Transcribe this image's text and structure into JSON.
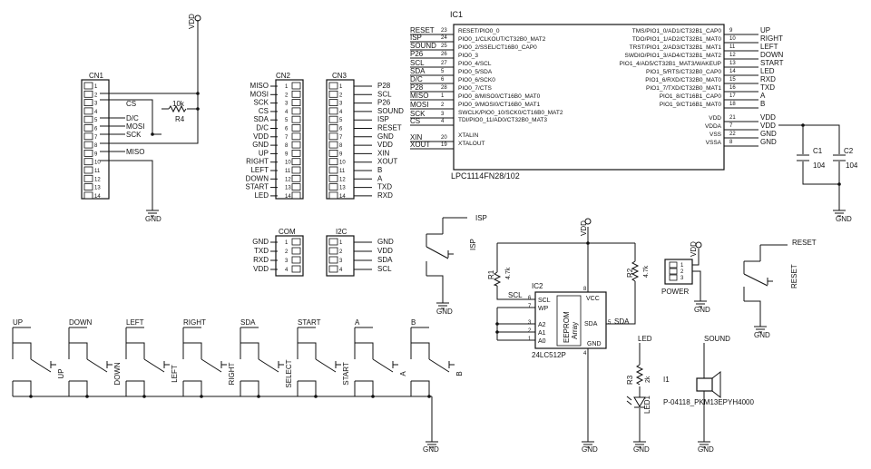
{
  "ic1": {
    "name": "IC1",
    "part": "LPC1114FN28/102",
    "left_nets": [
      "RESET",
      "ISP",
      "SOUND",
      "P26",
      "SCL",
      "SDA",
      "D/C",
      "P28",
      "MISO",
      "MOSI",
      "SCK",
      "CS",
      "",
      "XIN",
      "XOUT"
    ],
    "left_nums": [
      "23",
      "24",
      "25",
      "26",
      "27",
      "5",
      "6",
      "28",
      "1",
      "2",
      "3",
      "4",
      "",
      "20",
      "19"
    ],
    "left_pins": [
      "RESET/PIO0_0",
      "PIO0_1/CLKOUT/CT32B0_MAT2",
      "PIO0_2/SSEL/CT16B0_CAP0",
      "PIO0_3",
      "PIO0_4/SCL",
      "PIO0_5/SDA",
      "PIO0_6/SCK0",
      "PIO0_7/CTS",
      "PIO0_8/MISO0/CT16B0_MAT0",
      "PIO0_9/MOSI0/CT16B0_MAT1",
      "SWCLK/PIO0_10/SCK0/CT16B0_MAT2",
      "TDI/PIO0_11/AD0/CT32B0_MAT3",
      "XTALIN",
      "XTALOUT"
    ],
    "right_pins": [
      "TMS/PIO1_0/AD1/CT32B1_CAP0",
      "TDO/PIO1_1/AD2/CT32B1_MAT0",
      "TRST/PIO1_2/AD3/CT32B1_MAT1",
      "SWDIO/PIO1_3/AD4/CT32B1_MAT2",
      "PIO1_4/AD5/CT32B1_MAT3/WAKEUP",
      "PIO1_5/RTS/CT32B0_CAP0",
      "PIO1_6/RXD/CT32B0_MAT0",
      "PIO1_7/TXD/CT32B0_MAT1",
      "PIO1_8/CT16B1_CAP0",
      "PIO1_9/CT16B1_MAT0"
    ],
    "right_nums": [
      "9",
      "10",
      "11",
      "12",
      "13",
      "14",
      "15",
      "16",
      "17",
      "18"
    ],
    "right_nets": [
      "UP",
      "RIGHT",
      "LEFT",
      "DOWN",
      "START",
      "LED",
      "RXD",
      "TXD",
      "A",
      "B"
    ],
    "power_pins": [
      "VDD",
      "VDDA",
      "VSS",
      "VSSA"
    ],
    "power_nums": [
      "21",
      "7",
      "22",
      "8"
    ],
    "power_nets": [
      "VDD",
      "VDD",
      "GND",
      "GND"
    ]
  },
  "caps": {
    "c1": "C1",
    "c1_val": "104",
    "c2": "C2",
    "c2_val": "104"
  },
  "cn1": {
    "name": "CN1",
    "pins": [
      "1",
      "2",
      "3",
      "4",
      "5",
      "6",
      "7",
      "8",
      "9",
      "10",
      "11",
      "12",
      "13",
      "14"
    ],
    "signals": [
      "CS",
      "D/C",
      "MOSI",
      "SCK",
      "MISO"
    ],
    "r_name": "R4",
    "r_val": "10k"
  },
  "cn2": {
    "name": "CN2",
    "nets": [
      "MISO",
      "MOSI",
      "SCK",
      "CS",
      "SDA",
      "D/C",
      "VDD",
      "GND",
      "UP",
      "RIGHT",
      "LEFT",
      "DOWN",
      "START",
      "LED"
    ],
    "pins": [
      "1",
      "2",
      "3",
      "4",
      "5",
      "6",
      "7",
      "8",
      "9",
      "10",
      "11",
      "12",
      "13",
      "14"
    ]
  },
  "cn3": {
    "name": "CN3",
    "pins": [
      "1",
      "2",
      "3",
      "4",
      "5",
      "6",
      "7",
      "8",
      "9",
      "10",
      "11",
      "12",
      "13",
      "14"
    ],
    "nets": [
      "P28",
      "SCL",
      "P26",
      "SOUND",
      "ISP",
      "RESET",
      "GND",
      "VDD",
      "XIN",
      "XOUT",
      "B",
      "A",
      "TXD",
      "RXD"
    ]
  },
  "com": {
    "name": "COM",
    "nets": [
      "GND",
      "TXD",
      "RXD",
      "VDD"
    ],
    "pins": [
      "1",
      "2",
      "3",
      "4"
    ]
  },
  "i2c": {
    "name": "I2C",
    "pins": [
      "1",
      "2",
      "3",
      "4"
    ],
    "nets": [
      "GND",
      "VDD",
      "SDA",
      "SCL"
    ]
  },
  "buttons": {
    "tops": [
      "UP",
      "DOWN",
      "LEFT",
      "RIGHT",
      "SDA",
      "START",
      "A",
      "B"
    ],
    "sides": [
      "UP",
      "DOWN",
      "LEFT",
      "RIGHT",
      "SELECT",
      "START",
      "A",
      "B"
    ]
  },
  "isp": {
    "net": "ISP",
    "label": "ISP",
    "gnd": "GND"
  },
  "reset": {
    "net": "RESET",
    "label": "RESET",
    "gnd": "GND"
  },
  "ic2": {
    "name": "IC2",
    "part": "24LC512P",
    "pin_labels": [
      "SCL",
      "WP",
      "A2",
      "A1",
      "A0",
      "VCC",
      "SDA",
      "GND"
    ],
    "pin_nums": [
      "6",
      "7",
      "3",
      "2",
      "1",
      "8",
      "5",
      "4"
    ],
    "array": [
      "EEPROM",
      "Array"
    ],
    "scl_net": "SCL",
    "sda_net": "SDA"
  },
  "r1": {
    "name": "R1",
    "val": "4.7k"
  },
  "r2": {
    "name": "R2",
    "val": "4.7k"
  },
  "vdd": "VDD",
  "gnd": "GND",
  "power": {
    "label": "POWER",
    "pins": [
      "1",
      "2",
      "3"
    ]
  },
  "led": {
    "net": "LED",
    "r_name": "R3",
    "r_val": "2k",
    "d_name": "LED1"
  },
  "sound": {
    "net": "SOUND",
    "ref": "I1",
    "part": "P-04118_PKM13EPYH4000"
  }
}
